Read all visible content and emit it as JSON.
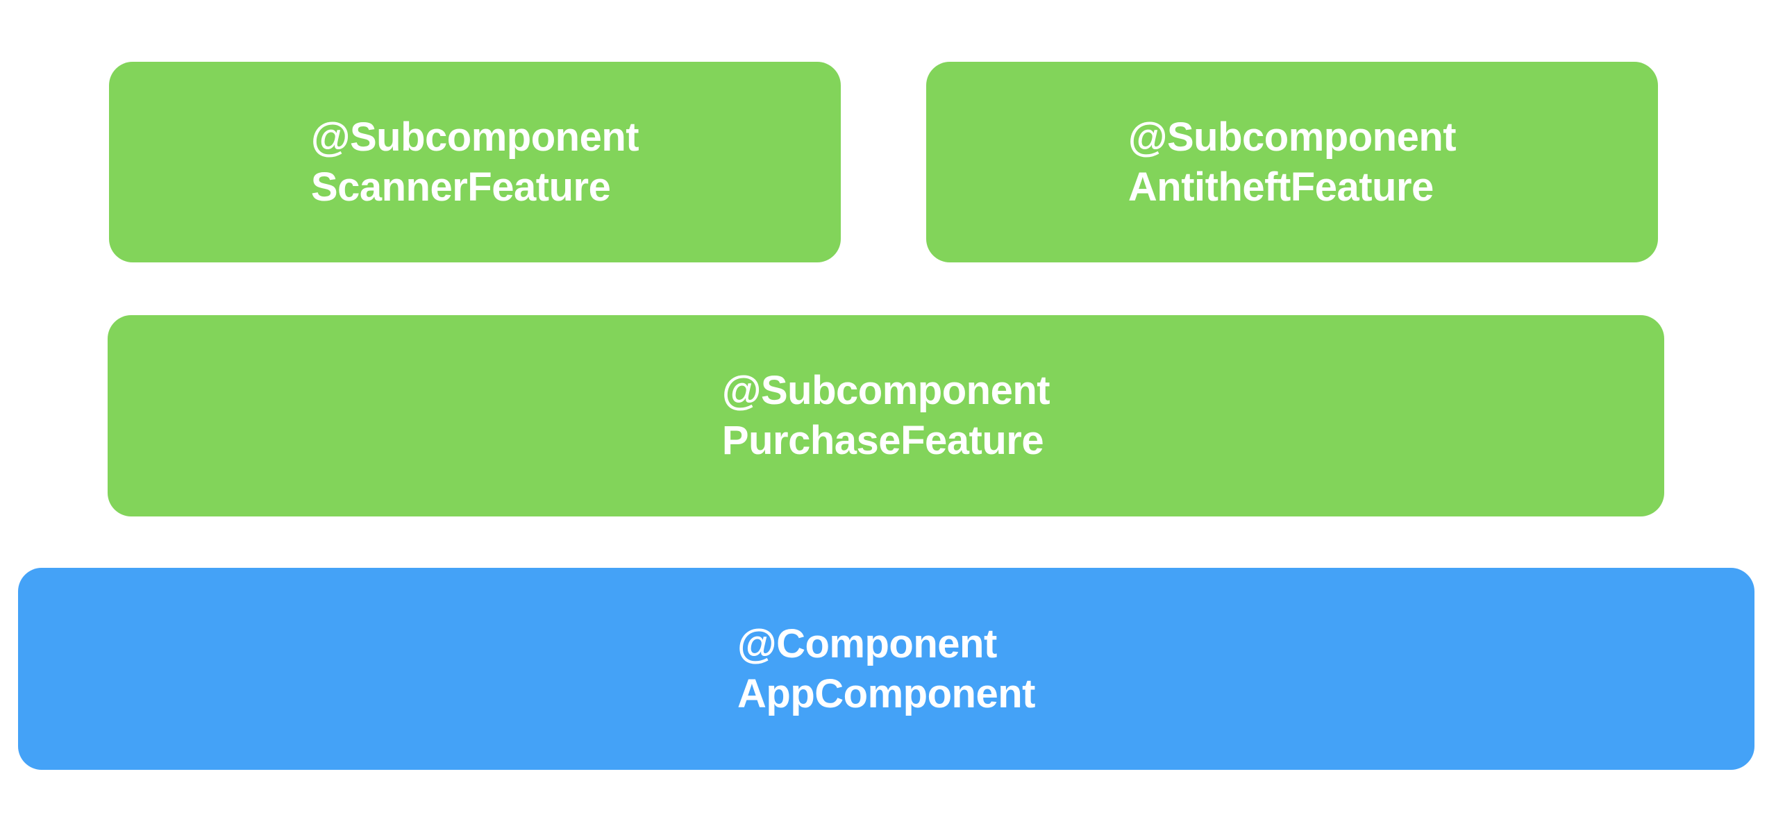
{
  "diagram": {
    "boxes": {
      "scanner": {
        "annotation": "@Subcomponent",
        "name": "ScannerFeature",
        "color": "#82d45a"
      },
      "antitheft": {
        "annotation": "@Subcomponent",
        "name": "AntitheftFeature",
        "color": "#82d45a"
      },
      "purchase": {
        "annotation": "@Subcomponent",
        "name": "PurchaseFeature",
        "color": "#82d45a"
      },
      "app": {
        "annotation": "@Component",
        "name": "AppComponent",
        "color": "#44a2f7"
      }
    }
  }
}
